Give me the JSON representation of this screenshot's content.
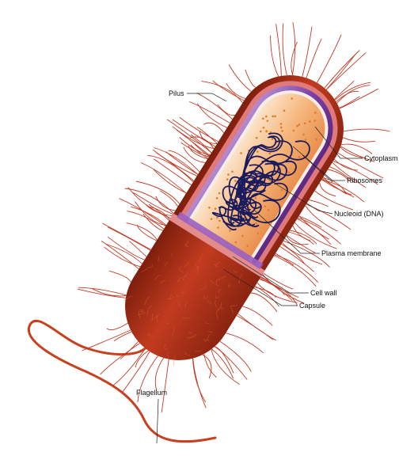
{
  "labels": {
    "pilus": "Pilus",
    "cytoplasm": "Cytoplasm",
    "ribosomes": "Ribosomes",
    "nucleoid": "Nucleoid (DNA)",
    "plasma_membrane": "Plasma membrane",
    "cell_wall": "Cell wall",
    "capsule": "Capsule",
    "flagellum": "Flagellum"
  },
  "colors": {
    "capsule": "#b8321a",
    "capsule_dark": "#8e2410",
    "cell_wall": "#e07a7a",
    "plasma_membrane": "#7d3fa6",
    "cytoplasm": "#f2a86b",
    "cytoplasm_light": "#fbe1c4",
    "nucleoid": "#1a1a5e",
    "pili": "#c23a24",
    "flagellum": "#c8401e",
    "ribosome": "#e07a2e"
  }
}
